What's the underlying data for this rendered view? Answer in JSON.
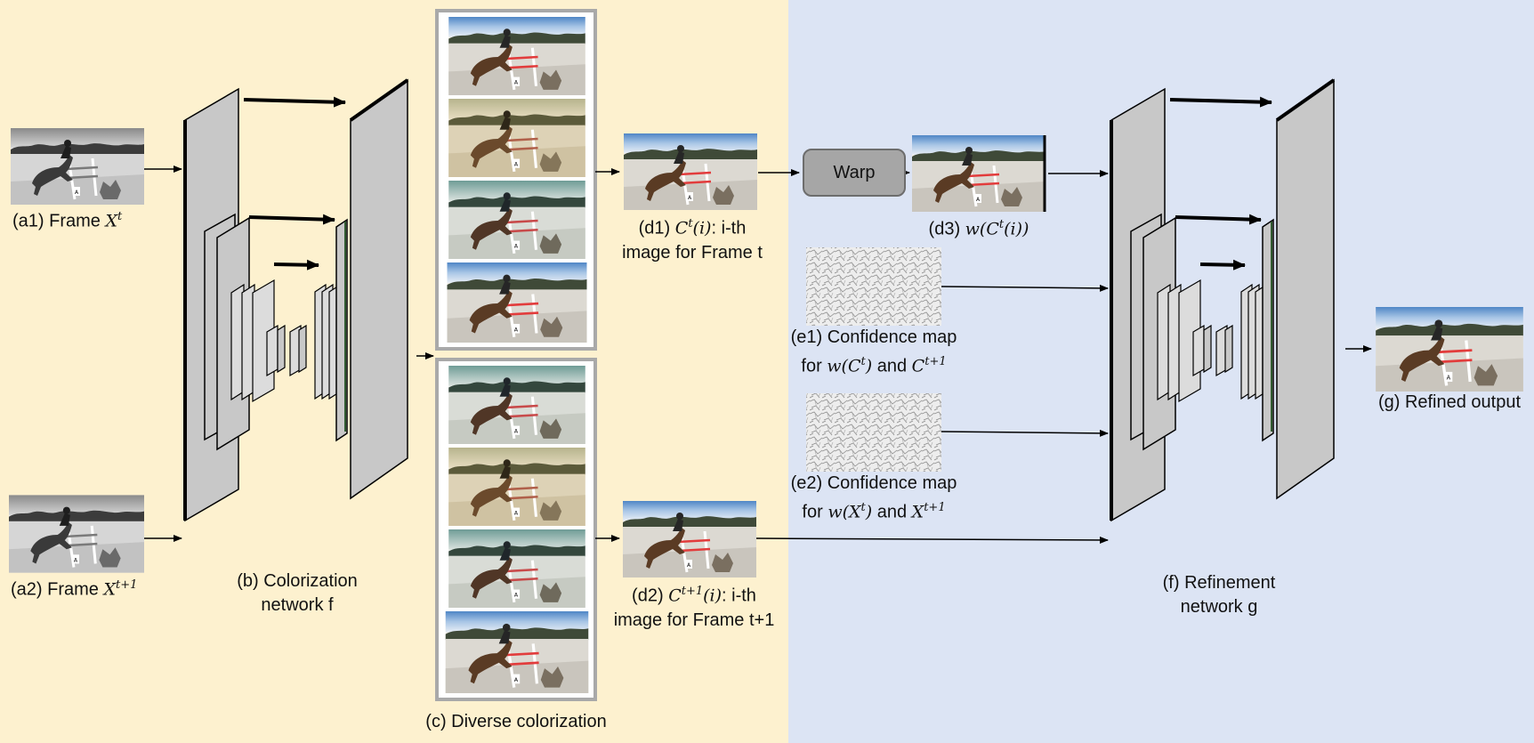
{
  "colors": {
    "left_panel": "#fdf1cf",
    "right_panel": "#dce4f4",
    "layer_fill": "#c8c8c8",
    "layer_edge": "#000000",
    "warp_box": "#a6a6a6",
    "stack_border": "#a9a9a9"
  },
  "frames": {
    "a1": {
      "tag": "(a1) Frame",
      "var": "X",
      "sup": "t"
    },
    "a2": {
      "tag": "(a2) Frame",
      "var": "X",
      "sup": "t+1"
    }
  },
  "colorization_net": {
    "line1": "(b) Colorization",
    "line2": "network f"
  },
  "diverse": {
    "label": "(c) Diverse colorization"
  },
  "d1": {
    "tag": "(d1)",
    "var": "C",
    "sup": "t",
    "idx": "(i)",
    "rest": ": i-th",
    "line2": "image for Frame t"
  },
  "d2": {
    "tag": "(d2)",
    "var": "C",
    "sup": "t+1",
    "idx": "(i)",
    "rest": ": i-th",
    "line2": "image for Frame t+1"
  },
  "warp": {
    "label": "Warp"
  },
  "d3": {
    "tag": "(d3)",
    "expr_pre": "w(C",
    "sup": "t",
    "expr_post": "(i))"
  },
  "e1": {
    "line1": "(e1) Confidence map",
    "for": "for",
    "a_pre": "w(C",
    "a_sup": "t",
    "a_post": ")",
    "and": "and",
    "b": "C",
    "b_sup": "t+1"
  },
  "e2": {
    "line1": "(e2) Confidence map",
    "for": "for",
    "a_pre": "w(X",
    "a_sup": "t",
    "a_post": ")",
    "and": "and",
    "b": "X",
    "b_sup": "t+1"
  },
  "refine_net": {
    "line1": "(f) Refinement",
    "line2": "network g"
  },
  "output": {
    "label": "(g) Refined output"
  }
}
